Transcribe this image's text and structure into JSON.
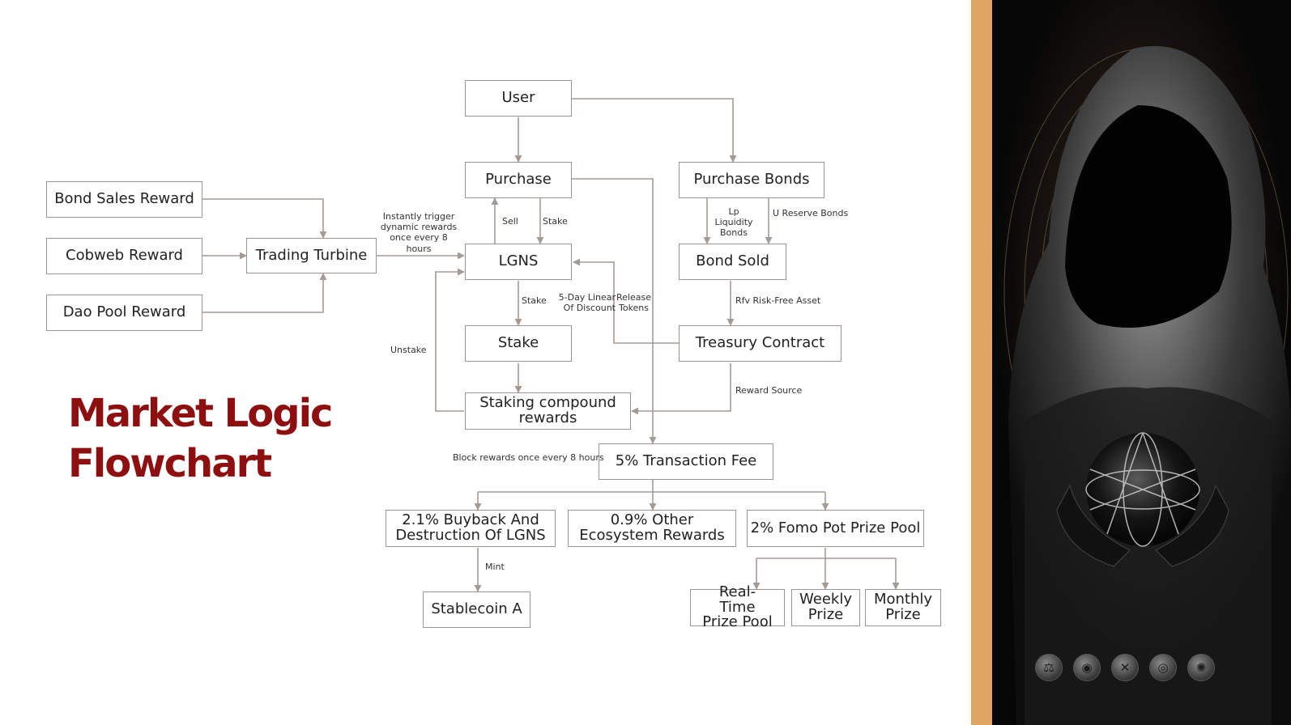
{
  "title": {
    "line1": "Market Logic",
    "line2": "Flowchart"
  },
  "colors": {
    "title": "#8e0f0f",
    "accent_bar": "#dea461",
    "box_border": "#9e9590",
    "arrow": "#a39b96"
  },
  "nodes": {
    "user": "User",
    "purchase": "Purchase",
    "purchase_bonds": "Purchase Bonds",
    "bond_sales_reward": "Bond Sales Reward",
    "cobweb_reward": "Cobweb Reward",
    "dao_pool_reward": "Dao Pool Reward",
    "trading_turbine": "Trading Turbine",
    "lgns": "LGNS",
    "bond_sold": "Bond Sold",
    "stake": "Stake",
    "treasury_contract": "Treasury Contract",
    "staking_compound_rewards": "Staking compound rewards",
    "transaction_fee": "5% Transaction Fee",
    "buyback": "2.1% Buyback And Destruction Of LGNS",
    "ecosystem_rewards": "0.9% Other Ecosystem Rewards",
    "fomo_pot": "2% Fomo Pot Prize Pool",
    "stablecoin": "Stablecoin A",
    "realtime_prize_pool": "Real-Time Prize Pool",
    "weekly_prize": "Weekly Prize",
    "monthly_prize": "Monthly Prize"
  },
  "edge_labels": {
    "instant_trigger": "Instantly trigger dynamic rewards once every 8 hours",
    "sell": "Sell",
    "stake_upper": "Stake",
    "lp_liquidity_bonds": "Lp Liquidity Bonds",
    "u_reserve_bonds": "U Reserve Bonds",
    "stake_lower": "Stake",
    "five_day_linear": "5-Day Linear Of Discount",
    "release_tokens": "Release Tokens",
    "rfv_risk_free": "Rfv Risk-Free Asset",
    "unstake": "Unstake",
    "reward_source": "Reward Source",
    "block_rewards": "Block rewards once every 8 hours",
    "mint": "Mint"
  },
  "photo": {
    "subject": "hooded figure holding a glass sphere",
    "coin_icons": [
      "scales-icon",
      "circle-emblem-icon",
      "cross-icon",
      "circle-emblem-icon",
      "sun-icon"
    ]
  }
}
